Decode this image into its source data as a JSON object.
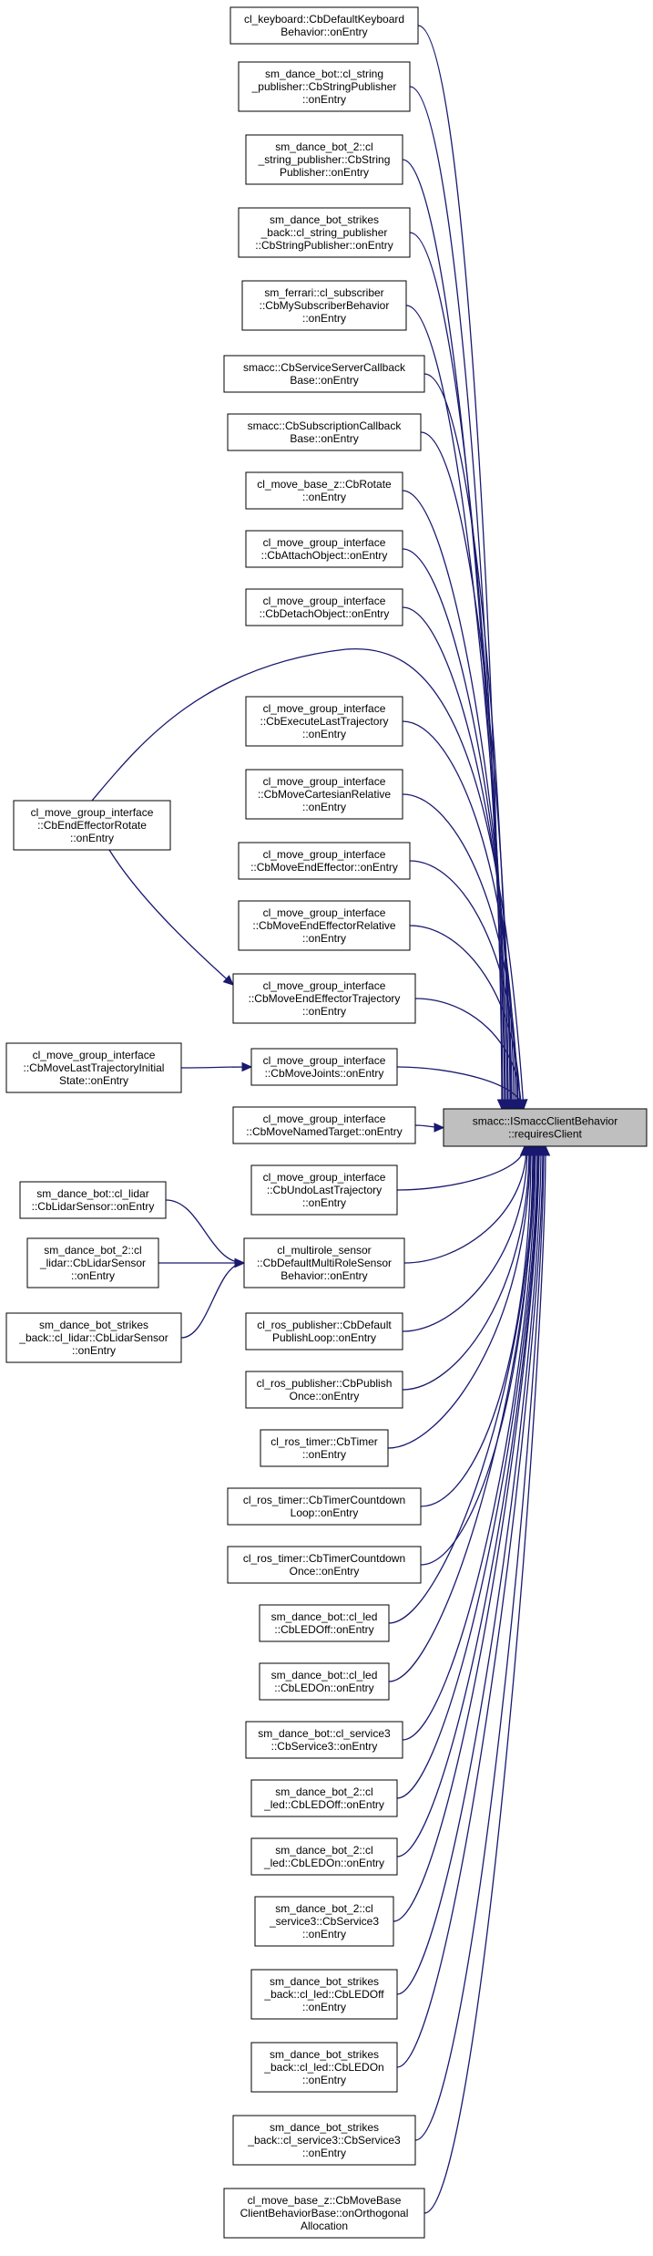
{
  "target": {
    "id": "target",
    "lines": [
      "smacc::ISmaccClientBehavior",
      "::requiresClient"
    ]
  },
  "nodes": [
    {
      "id": "n1",
      "lines": [
        "cl_keyboard::CbDefaultKeyboard",
        "Behavior::onEntry"
      ]
    },
    {
      "id": "n2",
      "lines": [
        "sm_dance_bot::cl_string",
        "_publisher::CbStringPublisher",
        "::onEntry"
      ]
    },
    {
      "id": "n3",
      "lines": [
        "sm_dance_bot_2::cl",
        "_string_publisher::CbString",
        "Publisher::onEntry"
      ]
    },
    {
      "id": "n4",
      "lines": [
        "sm_dance_bot_strikes",
        "_back::cl_string_publisher",
        "::CbStringPublisher::onEntry"
      ]
    },
    {
      "id": "n5",
      "lines": [
        "sm_ferrari::cl_subscriber",
        "::CbMySubscriberBehavior",
        "::onEntry"
      ]
    },
    {
      "id": "n6",
      "lines": [
        "smacc::CbServiceServerCallback",
        "Base::onEntry"
      ]
    },
    {
      "id": "n7",
      "lines": [
        "smacc::CbSubscriptionCallback",
        "Base::onEntry"
      ]
    },
    {
      "id": "n8",
      "lines": [
        "cl_move_base_z::CbRotate",
        "::onEntry"
      ]
    },
    {
      "id": "n9",
      "lines": [
        "cl_move_group_interface",
        "::CbAttachObject::onEntry"
      ]
    },
    {
      "id": "n10",
      "lines": [
        "cl_move_group_interface",
        "::CbDetachObject::onEntry"
      ]
    },
    {
      "id": "n11",
      "lines": [
        "cl_move_group_interface",
        "::CbExecuteLastTrajectory",
        "::onEntry"
      ]
    },
    {
      "id": "n12",
      "lines": [
        "cl_move_group_interface",
        "::CbMoveCartesianRelative",
        "::onEntry"
      ]
    },
    {
      "id": "n13",
      "lines": [
        "cl_move_group_interface",
        "::CbMoveEndEffector::onEntry"
      ]
    },
    {
      "id": "n14",
      "lines": [
        "cl_move_group_interface",
        "::CbMoveEndEffectorRelative",
        "::onEntry"
      ]
    },
    {
      "id": "n15",
      "lines": [
        "cl_move_group_interface",
        "::CbMoveEndEffectorTrajectory",
        "::onEntry"
      ]
    },
    {
      "id": "n16",
      "lines": [
        "cl_move_group_interface",
        "::CbMoveJoints::onEntry"
      ]
    },
    {
      "id": "n17",
      "lines": [
        "cl_move_group_interface",
        "::CbMoveNamedTarget::onEntry"
      ]
    },
    {
      "id": "n18",
      "lines": [
        "cl_move_group_interface",
        "::CbUndoLastTrajectory",
        "::onEntry"
      ]
    },
    {
      "id": "n19",
      "lines": [
        "cl_multirole_sensor",
        "::CbDefaultMultiRoleSensor",
        "Behavior::onEntry"
      ]
    },
    {
      "id": "n20",
      "lines": [
        "cl_ros_publisher::CbDefault",
        "PublishLoop::onEntry"
      ]
    },
    {
      "id": "n21",
      "lines": [
        "cl_ros_publisher::CbPublish",
        "Once::onEntry"
      ]
    },
    {
      "id": "n22",
      "lines": [
        "cl_ros_timer::CbTimer",
        "::onEntry"
      ]
    },
    {
      "id": "n23",
      "lines": [
        "cl_ros_timer::CbTimerCountdown",
        "Loop::onEntry"
      ]
    },
    {
      "id": "n24",
      "lines": [
        "cl_ros_timer::CbTimerCountdown",
        "Once::onEntry"
      ]
    },
    {
      "id": "n25",
      "lines": [
        "sm_dance_bot::cl_led",
        "::CbLEDOff::onEntry"
      ]
    },
    {
      "id": "n26",
      "lines": [
        "sm_dance_bot::cl_led",
        "::CbLEDOn::onEntry"
      ]
    },
    {
      "id": "n27",
      "lines": [
        "sm_dance_bot::cl_service3",
        "::CbService3::onEntry"
      ]
    },
    {
      "id": "n28",
      "lines": [
        "sm_dance_bot_2::cl",
        "_led::CbLEDOff::onEntry"
      ]
    },
    {
      "id": "n29",
      "lines": [
        "sm_dance_bot_2::cl",
        "_led::CbLEDOn::onEntry"
      ]
    },
    {
      "id": "n30",
      "lines": [
        "sm_dance_bot_2::cl",
        "_service3::CbService3",
        "::onEntry"
      ]
    },
    {
      "id": "n31",
      "lines": [
        "sm_dance_bot_strikes",
        "_back::cl_led::CbLEDOff",
        "::onEntry"
      ]
    },
    {
      "id": "n32",
      "lines": [
        "sm_dance_bot_strikes",
        "_back::cl_led::CbLEDOn",
        "::onEntry"
      ]
    },
    {
      "id": "n33",
      "lines": [
        "sm_dance_bot_strikes",
        "_back::cl_service3::CbService3",
        "::onEntry"
      ]
    },
    {
      "id": "n34",
      "lines": [
        "cl_move_base_z::CbMoveBase",
        "ClientBehaviorBase::onOrthogonal",
        "Allocation"
      ]
    },
    {
      "id": "l1",
      "lines": [
        "cl_move_group_interface",
        "::CbEndEffectorRotate",
        "::onEntry"
      ]
    },
    {
      "id": "l2",
      "lines": [
        "cl_move_group_interface",
        "::CbMoveLastTrajectoryInitial",
        "State::onEntry"
      ]
    },
    {
      "id": "l3",
      "lines": [
        "sm_dance_bot::cl_lidar",
        "::CbLidarSensor::onEntry"
      ]
    },
    {
      "id": "l4",
      "lines": [
        "sm_dance_bot_2::cl",
        "_lidar::CbLidarSensor",
        "::onEntry"
      ]
    },
    {
      "id": "l5",
      "lines": [
        "sm_dance_bot_strikes",
        "_back::cl_lidar::CbLidarSensor",
        "::onEntry"
      ]
    }
  ],
  "edges": [
    {
      "from": "n1",
      "to": "target"
    },
    {
      "from": "n2",
      "to": "target"
    },
    {
      "from": "n3",
      "to": "target"
    },
    {
      "from": "n4",
      "to": "target"
    },
    {
      "from": "n5",
      "to": "target"
    },
    {
      "from": "n6",
      "to": "target"
    },
    {
      "from": "n7",
      "to": "target"
    },
    {
      "from": "n8",
      "to": "target"
    },
    {
      "from": "n9",
      "to": "target"
    },
    {
      "from": "n10",
      "to": "target"
    },
    {
      "from": "n11",
      "to": "target"
    },
    {
      "from": "n12",
      "to": "target"
    },
    {
      "from": "n13",
      "to": "target"
    },
    {
      "from": "n14",
      "to": "target"
    },
    {
      "from": "n15",
      "to": "target"
    },
    {
      "from": "n16",
      "to": "target"
    },
    {
      "from": "n17",
      "to": "target"
    },
    {
      "from": "n18",
      "to": "target"
    },
    {
      "from": "n19",
      "to": "target"
    },
    {
      "from": "n20",
      "to": "target"
    },
    {
      "from": "n21",
      "to": "target"
    },
    {
      "from": "n22",
      "to": "target"
    },
    {
      "from": "n23",
      "to": "target"
    },
    {
      "from": "n24",
      "to": "target"
    },
    {
      "from": "n25",
      "to": "target"
    },
    {
      "from": "n26",
      "to": "target"
    },
    {
      "from": "n27",
      "to": "target"
    },
    {
      "from": "n28",
      "to": "target"
    },
    {
      "from": "n29",
      "to": "target"
    },
    {
      "from": "n30",
      "to": "target"
    },
    {
      "from": "n31",
      "to": "target"
    },
    {
      "from": "n32",
      "to": "target"
    },
    {
      "from": "n33",
      "to": "target"
    },
    {
      "from": "n34",
      "to": "target"
    },
    {
      "from": "l1",
      "to": "target"
    },
    {
      "from": "l1",
      "to": "n15"
    },
    {
      "from": "l2",
      "to": "n16"
    },
    {
      "from": "l3",
      "to": "n19"
    },
    {
      "from": "l4",
      "to": "n19"
    },
    {
      "from": "l5",
      "to": "n19"
    }
  ],
  "colors": {
    "edge": "#191970",
    "target_fill": "#bfbfbf",
    "node_fill": "#ffffff",
    "node_stroke": "#000000"
  }
}
